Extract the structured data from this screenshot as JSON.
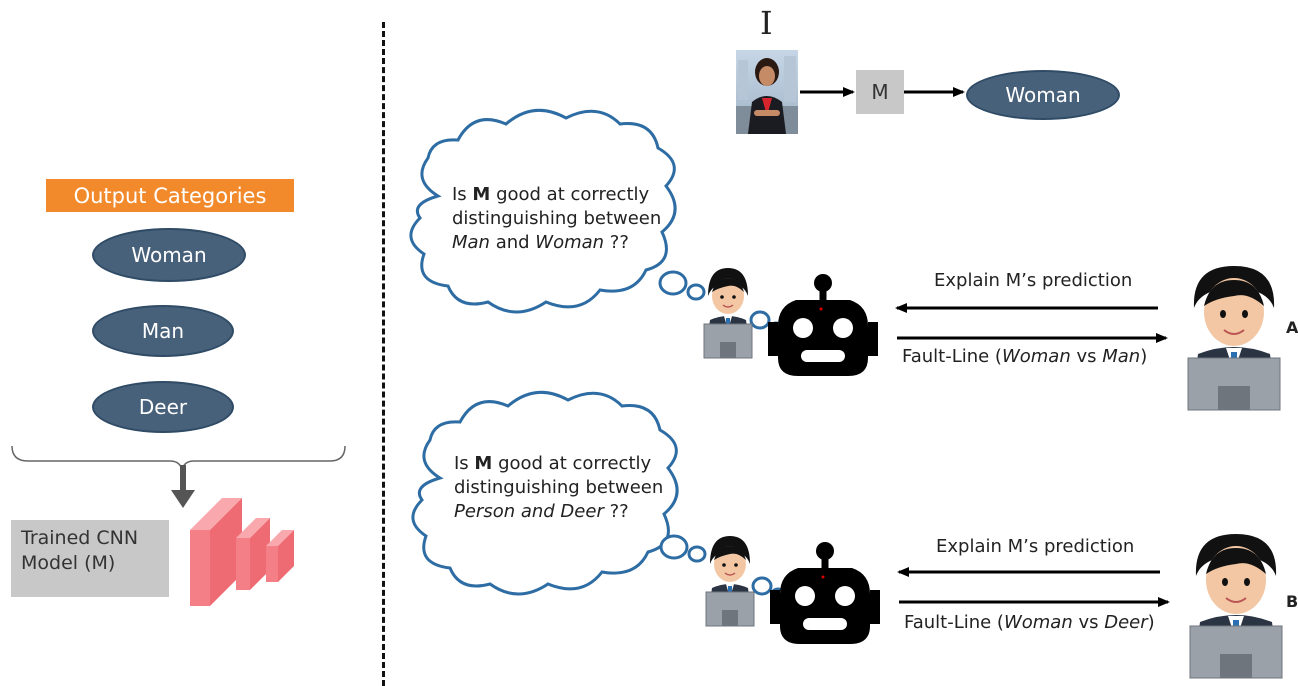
{
  "left_panel": {
    "title": "Output Categories",
    "categories": [
      "Woman",
      "Man",
      "Deer"
    ],
    "model_label": "Trained CNN Model (M)"
  },
  "top_pipeline": {
    "input_label": "I",
    "model_box": "M",
    "prediction": "Woman"
  },
  "scenario_a": {
    "question_parts": [
      "Is ",
      "M",
      " good at correctly distinguishing between ",
      "Man",
      " and ",
      "Woman",
      " ??"
    ],
    "request_label": "Explain M’s prediction",
    "fault_line_parts": [
      "Fault-Line (",
      "Woman",
      " vs ",
      "Man",
      ")"
    ],
    "side_label": "A"
  },
  "scenario_b": {
    "question_parts": [
      "Is ",
      "M",
      " good at correctly distinguishing between ",
      "Person and Deer",
      " ??"
    ],
    "request_label": "Explain M’s prediction",
    "fault_line_parts": [
      "Fault-Line (",
      "Woman",
      " vs ",
      "Deer",
      ")"
    ],
    "side_label": "B"
  },
  "colors": {
    "ellipse_fill": "#48617a",
    "title_orange": "#f28a2c",
    "cnn_red": "#f47f86",
    "thought_border": "#2e6ca4"
  }
}
